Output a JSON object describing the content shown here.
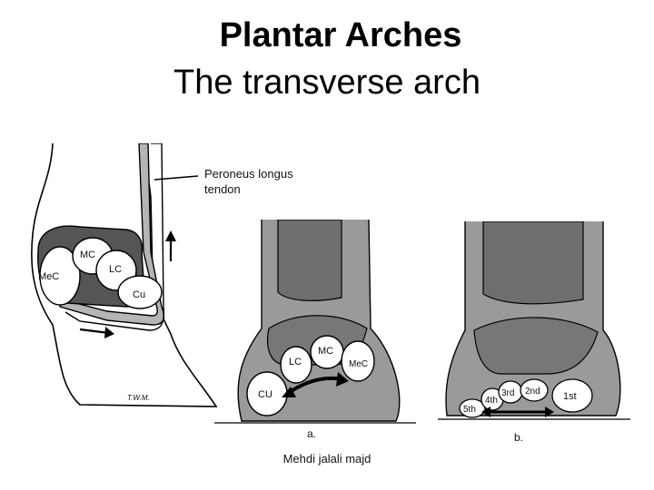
{
  "slide": {
    "title": "Plantar Arches",
    "subtitle": "The transverse arch",
    "footer": "Mehdi jalali majd"
  },
  "figure_left": {
    "tendon_label_line1": "Peroneus longus",
    "tendon_label_line2": "tendon",
    "bones": {
      "mc": "MC",
      "mec": "MeC",
      "lc": "LC",
      "cu": "Cu"
    },
    "signature": "T.W.M."
  },
  "figure_a": {
    "caption": "a.",
    "bones": {
      "mc": "MC",
      "lc": "LC",
      "mec": "MeC",
      "cu": "CU"
    }
  },
  "figure_b": {
    "caption": "b.",
    "metatarsals": {
      "m1": "1st",
      "m2": "2nd",
      "m3": "3rd",
      "m4": "4th",
      "m5": "5th"
    }
  },
  "colors": {
    "ink": "#000000",
    "stipple": "#9a9a9a",
    "dark_fill": "#6e6e6e",
    "bone": "#ffffff"
  }
}
